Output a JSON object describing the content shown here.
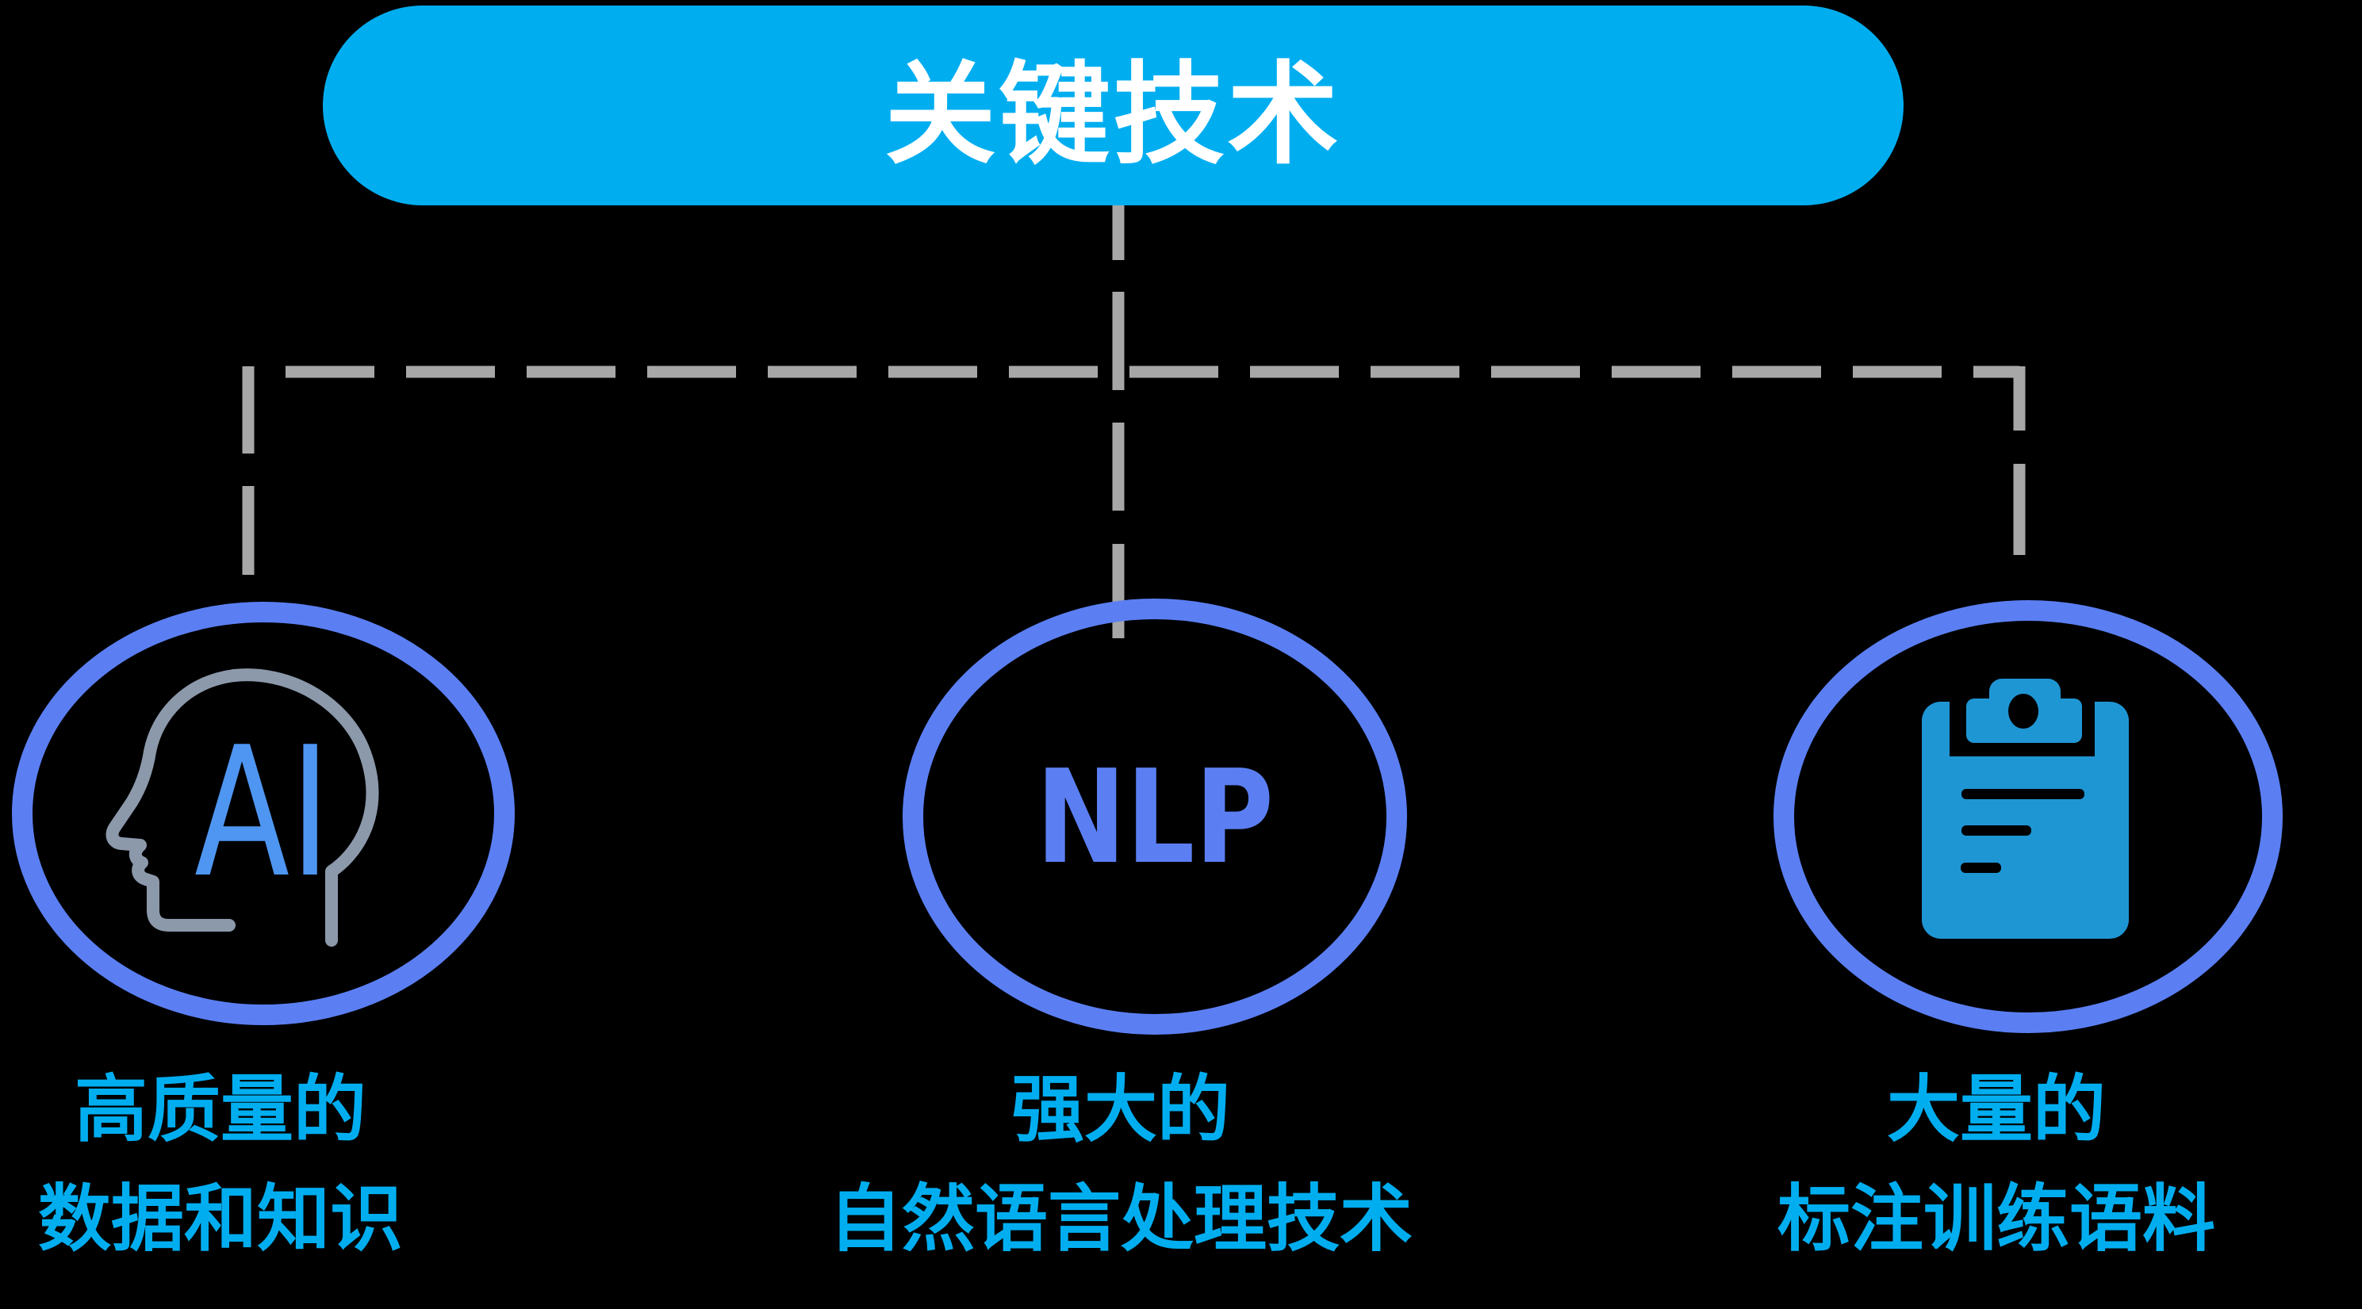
{
  "header": {
    "title": "关键技术"
  },
  "nodes": [
    {
      "id": "ai",
      "icon": "ai-head-icon",
      "icon_text": "AI",
      "label_line1": "高质量的",
      "label_line2": "数据和知识"
    },
    {
      "id": "nlp",
      "icon": "nlp-text",
      "icon_text": "NLP",
      "label_line1": "强大的",
      "label_line2": "自然语言处理技术"
    },
    {
      "id": "corpus",
      "icon": "clipboard-icon",
      "label_line1": "大量的",
      "label_line2": "标注训练语料"
    }
  ],
  "colors": {
    "background": "#000000",
    "header_fill": "#00AEF0",
    "header_text": "#FFFFFF",
    "label_text": "#00AEF0",
    "circle_border": "#5B7FF3",
    "nlp_text": "#5B7FF3",
    "ai_text": "#4E96F2",
    "head_outline": "#8C99AB",
    "clipboard_fill": "#1F96D4",
    "connector": "#A7A7A7"
  }
}
